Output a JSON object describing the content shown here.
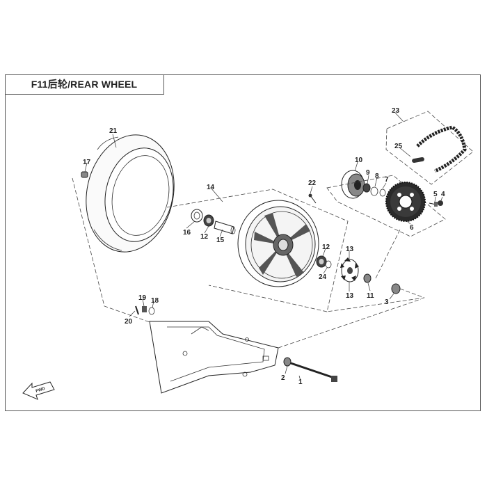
{
  "title": "F11后轮/REAR WHEEL",
  "fwd_label": "FWD",
  "callouts": {
    "c1": "1",
    "c2": "2",
    "c3": "3",
    "c4": "4",
    "c5": "5",
    "c6": "6",
    "c7": "7",
    "c8": "8",
    "c9": "9",
    "c10": "10",
    "c11": "11",
    "c12a": "12",
    "c12b": "12",
    "c13a": "13",
    "c13b": "13",
    "c14": "14",
    "c15": "15",
    "c16": "16",
    "c17": "17",
    "c18": "18",
    "c19": "19",
    "c20": "20",
    "c21": "21",
    "c22": "22",
    "c23": "23",
    "c24": "24",
    "c25": "25"
  }
}
